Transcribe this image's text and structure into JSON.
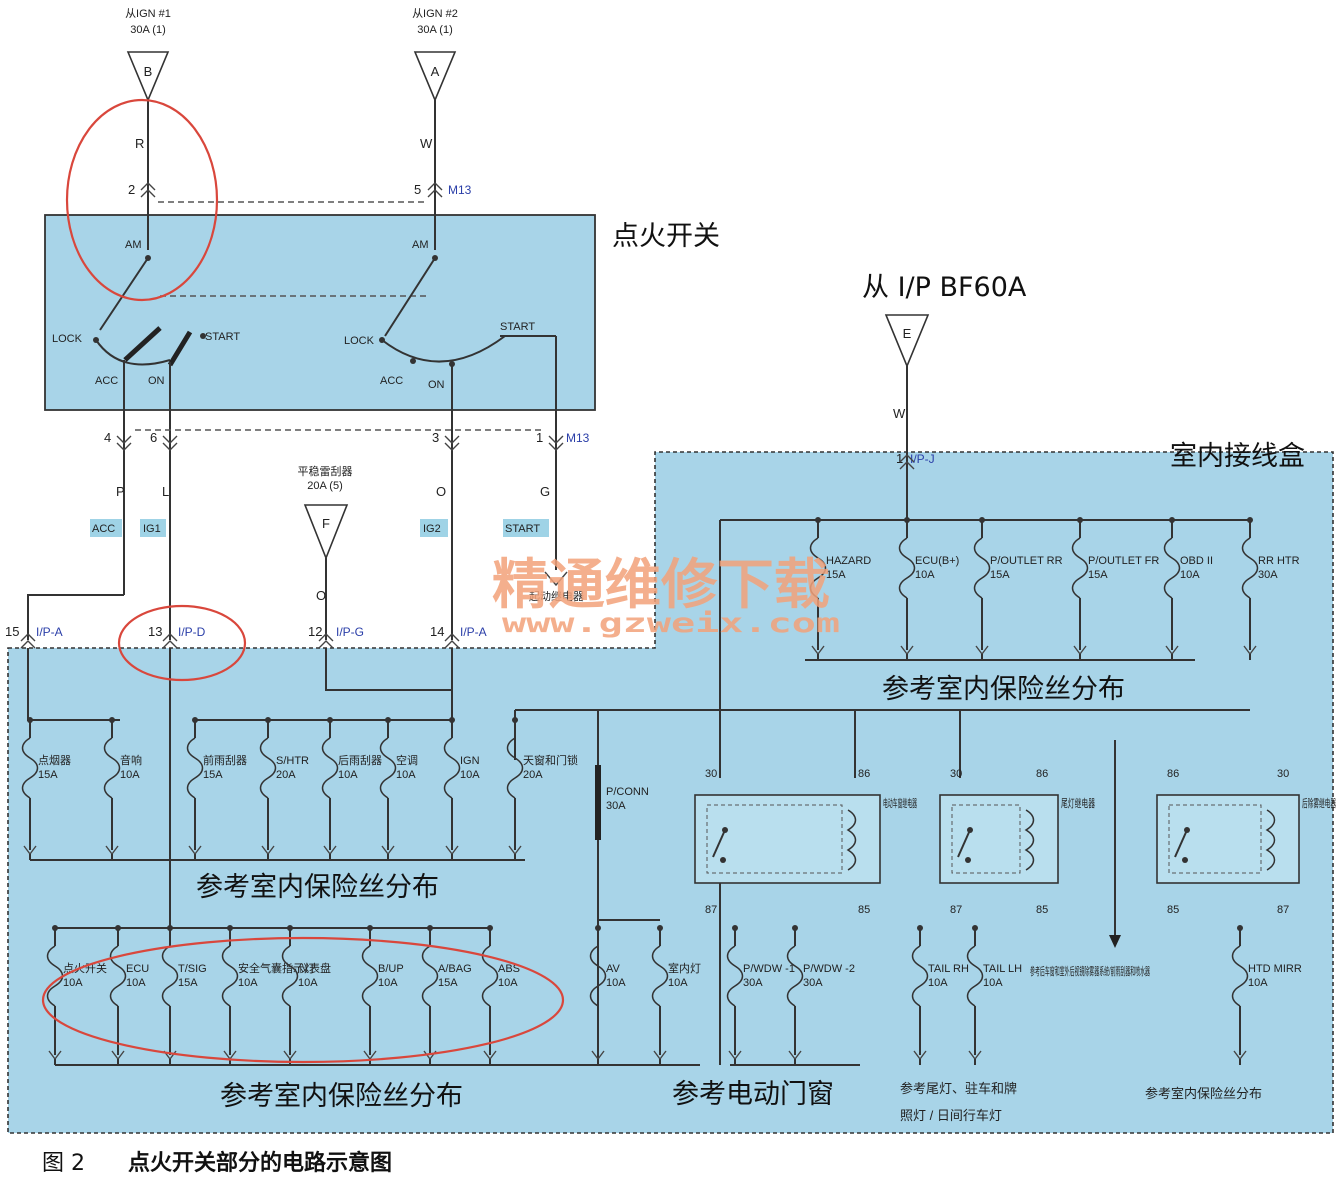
{
  "sources": [
    {
      "line1": "从IGN #1",
      "line2": "30A (1)",
      "letter": "B"
    },
    {
      "line1": "从IGN #2",
      "line2": "30A (1)",
      "letter": "A"
    },
    {
      "line1": "从 I/P  BF60A",
      "letter": "E"
    },
    {
      "line1": "平稳雷刮器",
      "line2": "20A (5)",
      "letter": "F"
    }
  ],
  "switch": {
    "title": "点火开关",
    "labels": {
      "am": "AM",
      "lock": "LOCK",
      "acc": "ACC",
      "on": "ON",
      "start": "START"
    }
  },
  "top_pins": [
    {
      "pin": "2",
      "wire": "R",
      "conn": ""
    },
    {
      "pin": "5",
      "wire": "W",
      "conn": "M13"
    }
  ],
  "bottom_pins": [
    {
      "pin": "4",
      "wire": "P",
      "tag": "ACC",
      "conn": ""
    },
    {
      "pin": "6",
      "wire": "L",
      "tag": "IG1",
      "conn": ""
    },
    {
      "pin": "3",
      "wire": "O",
      "tag": "IG2",
      "conn": ""
    },
    {
      "pin": "1",
      "wire": "G",
      "tag": "START",
      "conn": "M13"
    }
  ],
  "junction_pins": [
    {
      "pin": "15",
      "conn": "I/P-A"
    },
    {
      "pin": "13",
      "conn": "I/P-D"
    },
    {
      "pin": "12",
      "conn": "I/P-G"
    },
    {
      "pin": "14",
      "conn": "I/P-A"
    },
    {
      "pin": "1",
      "conn": "I/P-J"
    }
  ],
  "wire_f": "O",
  "wire_e": "W",
  "junction_box_label": "室内接线盒",
  "start_relay": "起动继电器",
  "upper_right_fuses": [
    {
      "name": "HAZARD",
      "rating": "15A"
    },
    {
      "name": "ECU(B+)",
      "rating": "10A"
    },
    {
      "name": "P/OUTLET RR",
      "rating": "15A"
    },
    {
      "name": "P/OUTLET FR",
      "rating": "15A"
    },
    {
      "name": "OBD II",
      "rating": "10A"
    },
    {
      "name": "RR HTR",
      "rating": "30A"
    }
  ],
  "middle_fuses": [
    {
      "name": "点烟器",
      "rating": "15A"
    },
    {
      "name": "音响",
      "rating": "10A"
    },
    {
      "name": "前雨刮器",
      "rating": "15A"
    },
    {
      "name": "S/HTR",
      "rating": "20A"
    },
    {
      "name": "后雨刮器",
      "rating": "10A"
    },
    {
      "name": "空调",
      "rating": "10A"
    },
    {
      "name": "IGN",
      "rating": "10A"
    },
    {
      "name": "天窗和门锁",
      "rating": "20A"
    }
  ],
  "pconn": {
    "name": "P/CONN",
    "rating": "30A"
  },
  "bottom_fuses": [
    {
      "name": "点火开关",
      "rating": "10A"
    },
    {
      "name": "ECU",
      "rating": "10A"
    },
    {
      "name": "T/SIG",
      "rating": "15A"
    },
    {
      "name": "安全气囊指示灯",
      "rating": "10A"
    },
    {
      "name": "仪表盘",
      "rating": "10A"
    },
    {
      "name": "B/UP",
      "rating": "10A"
    },
    {
      "name": "A/BAG",
      "rating": "15A"
    },
    {
      "name": "ABS",
      "rating": "10A"
    },
    {
      "name": "AV",
      "rating": "10A"
    },
    {
      "name": "室内灯",
      "rating": "10A"
    }
  ],
  "relays": [
    {
      "name": "电动车窗继电器",
      "p1": "30",
      "p2": "86",
      "p3": "87",
      "p4": "85"
    },
    {
      "name": "尾灯继电器",
      "p1": "30",
      "p2": "86",
      "p3": "87",
      "p4": "85"
    },
    {
      "name": "后除雾继电器",
      "p1": "86",
      "p2": "30",
      "p3": "85",
      "p4": "87"
    }
  ],
  "relay_fuses": [
    {
      "name": "P/WDW -1",
      "rating": "30A"
    },
    {
      "name": "P/WDW -2",
      "rating": "30A"
    },
    {
      "name": "TAIL RH",
      "rating": "10A"
    },
    {
      "name": "TAIL LH",
      "rating": "10A"
    },
    {
      "name": "HTD MIRR",
      "rating": "10A"
    }
  ],
  "refs": {
    "fuse_dist": "参考室内保险丝分布",
    "power_window": "参考电动门窗",
    "tail_l1": "参考尾灯、驻车和牌",
    "tail_l2": "照灯 / 日间行车灯",
    "defog": "参考后车窗和室外后视镜除雾器系统/前雨刮器和喷水器",
    "fuse_dist_small": "参考室内保险丝分布"
  },
  "watermark": {
    "cn": "精通维修下载",
    "url": "www.gzweix.com"
  },
  "caption": {
    "fig": "图 2",
    "text": "点火开关部分的电路示意图"
  }
}
